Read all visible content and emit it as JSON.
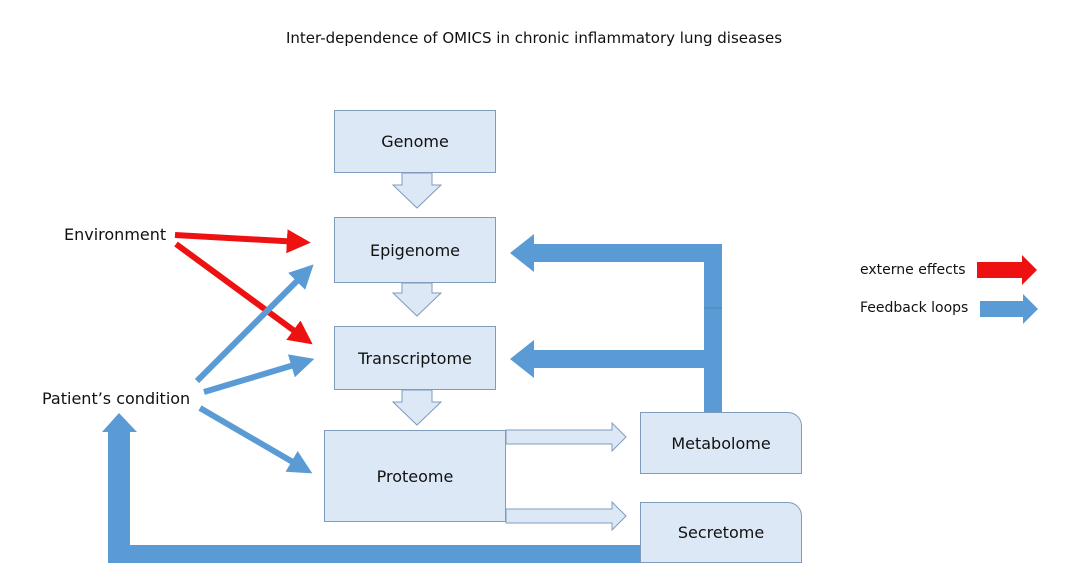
{
  "title": "Inter-dependence of OMICS in chronic inflammatory lung diseases",
  "colors": {
    "box_fill": "#dce8f5",
    "box_border": "#7f9cbf",
    "external": "#ee1111",
    "feedback": "#5b9bd5"
  },
  "nodes": {
    "genome": "Genome",
    "epigenome": "Epigenome",
    "transcriptome": "Transcriptome",
    "proteome": "Proteome",
    "metabolome": "Metabolome",
    "secretome": "Secretome"
  },
  "inputs": {
    "environment": "Environment",
    "patient_condition": "Patient’s condition"
  },
  "legend": {
    "external": "externe effects",
    "feedback": "Feedback loops"
  },
  "edges": [
    {
      "from": "Genome",
      "to": "Epigenome",
      "type": "flow"
    },
    {
      "from": "Epigenome",
      "to": "Transcriptome",
      "type": "flow"
    },
    {
      "from": "Transcriptome",
      "to": "Proteome",
      "type": "flow"
    },
    {
      "from": "Proteome",
      "to": "Metabolome",
      "type": "flow"
    },
    {
      "from": "Proteome",
      "to": "Secretome",
      "type": "flow"
    },
    {
      "from": "Environment",
      "to": "Epigenome",
      "type": "external"
    },
    {
      "from": "Environment",
      "to": "Transcriptome",
      "type": "external"
    },
    {
      "from": "Patient’s condition",
      "to": "Epigenome",
      "type": "feedback"
    },
    {
      "from": "Patient’s condition",
      "to": "Transcriptome",
      "type": "feedback"
    },
    {
      "from": "Patient’s condition",
      "to": "Proteome",
      "type": "feedback"
    },
    {
      "from": "Metabolome",
      "to": "Epigenome",
      "type": "feedback"
    },
    {
      "from": "Metabolome",
      "to": "Transcriptome",
      "type": "feedback"
    },
    {
      "from": "Secretome",
      "to": "Patient’s condition",
      "type": "feedback"
    }
  ]
}
